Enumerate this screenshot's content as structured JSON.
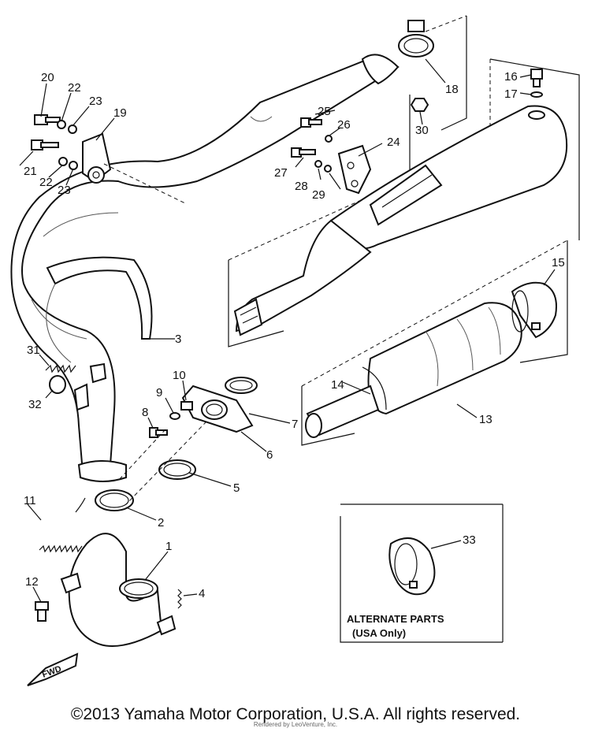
{
  "callouts": {
    "c1": "1",
    "c2": "2",
    "c3": "3",
    "c4": "4",
    "c5": "5",
    "c6": "6",
    "c7": "7",
    "c8": "8",
    "c9": "9",
    "c10": "10",
    "c11": "11",
    "c12": "12",
    "c13": "13",
    "c14": "14",
    "c15": "15",
    "c16": "16",
    "c17": "17",
    "c18": "18",
    "c19": "19",
    "c20": "20",
    "c21": "21",
    "c22a": "22",
    "c22b": "22",
    "c23a": "23",
    "c23b": "23",
    "c24": "24",
    "c25": "25",
    "c26": "26",
    "c27": "27",
    "c28": "28",
    "c29": "29",
    "c30": "30",
    "c31": "31",
    "c32": "32",
    "c33": "33"
  },
  "alternate_parts": {
    "title": "ALTERNATE PARTS",
    "subtitle": "(USA Only)"
  },
  "fwd_label": "FWD",
  "copyright": "©2013 Yamaha Motor Corporation, U.S.A. All rights reserved.",
  "watermark": "Rendered by LeoVenture, Inc."
}
